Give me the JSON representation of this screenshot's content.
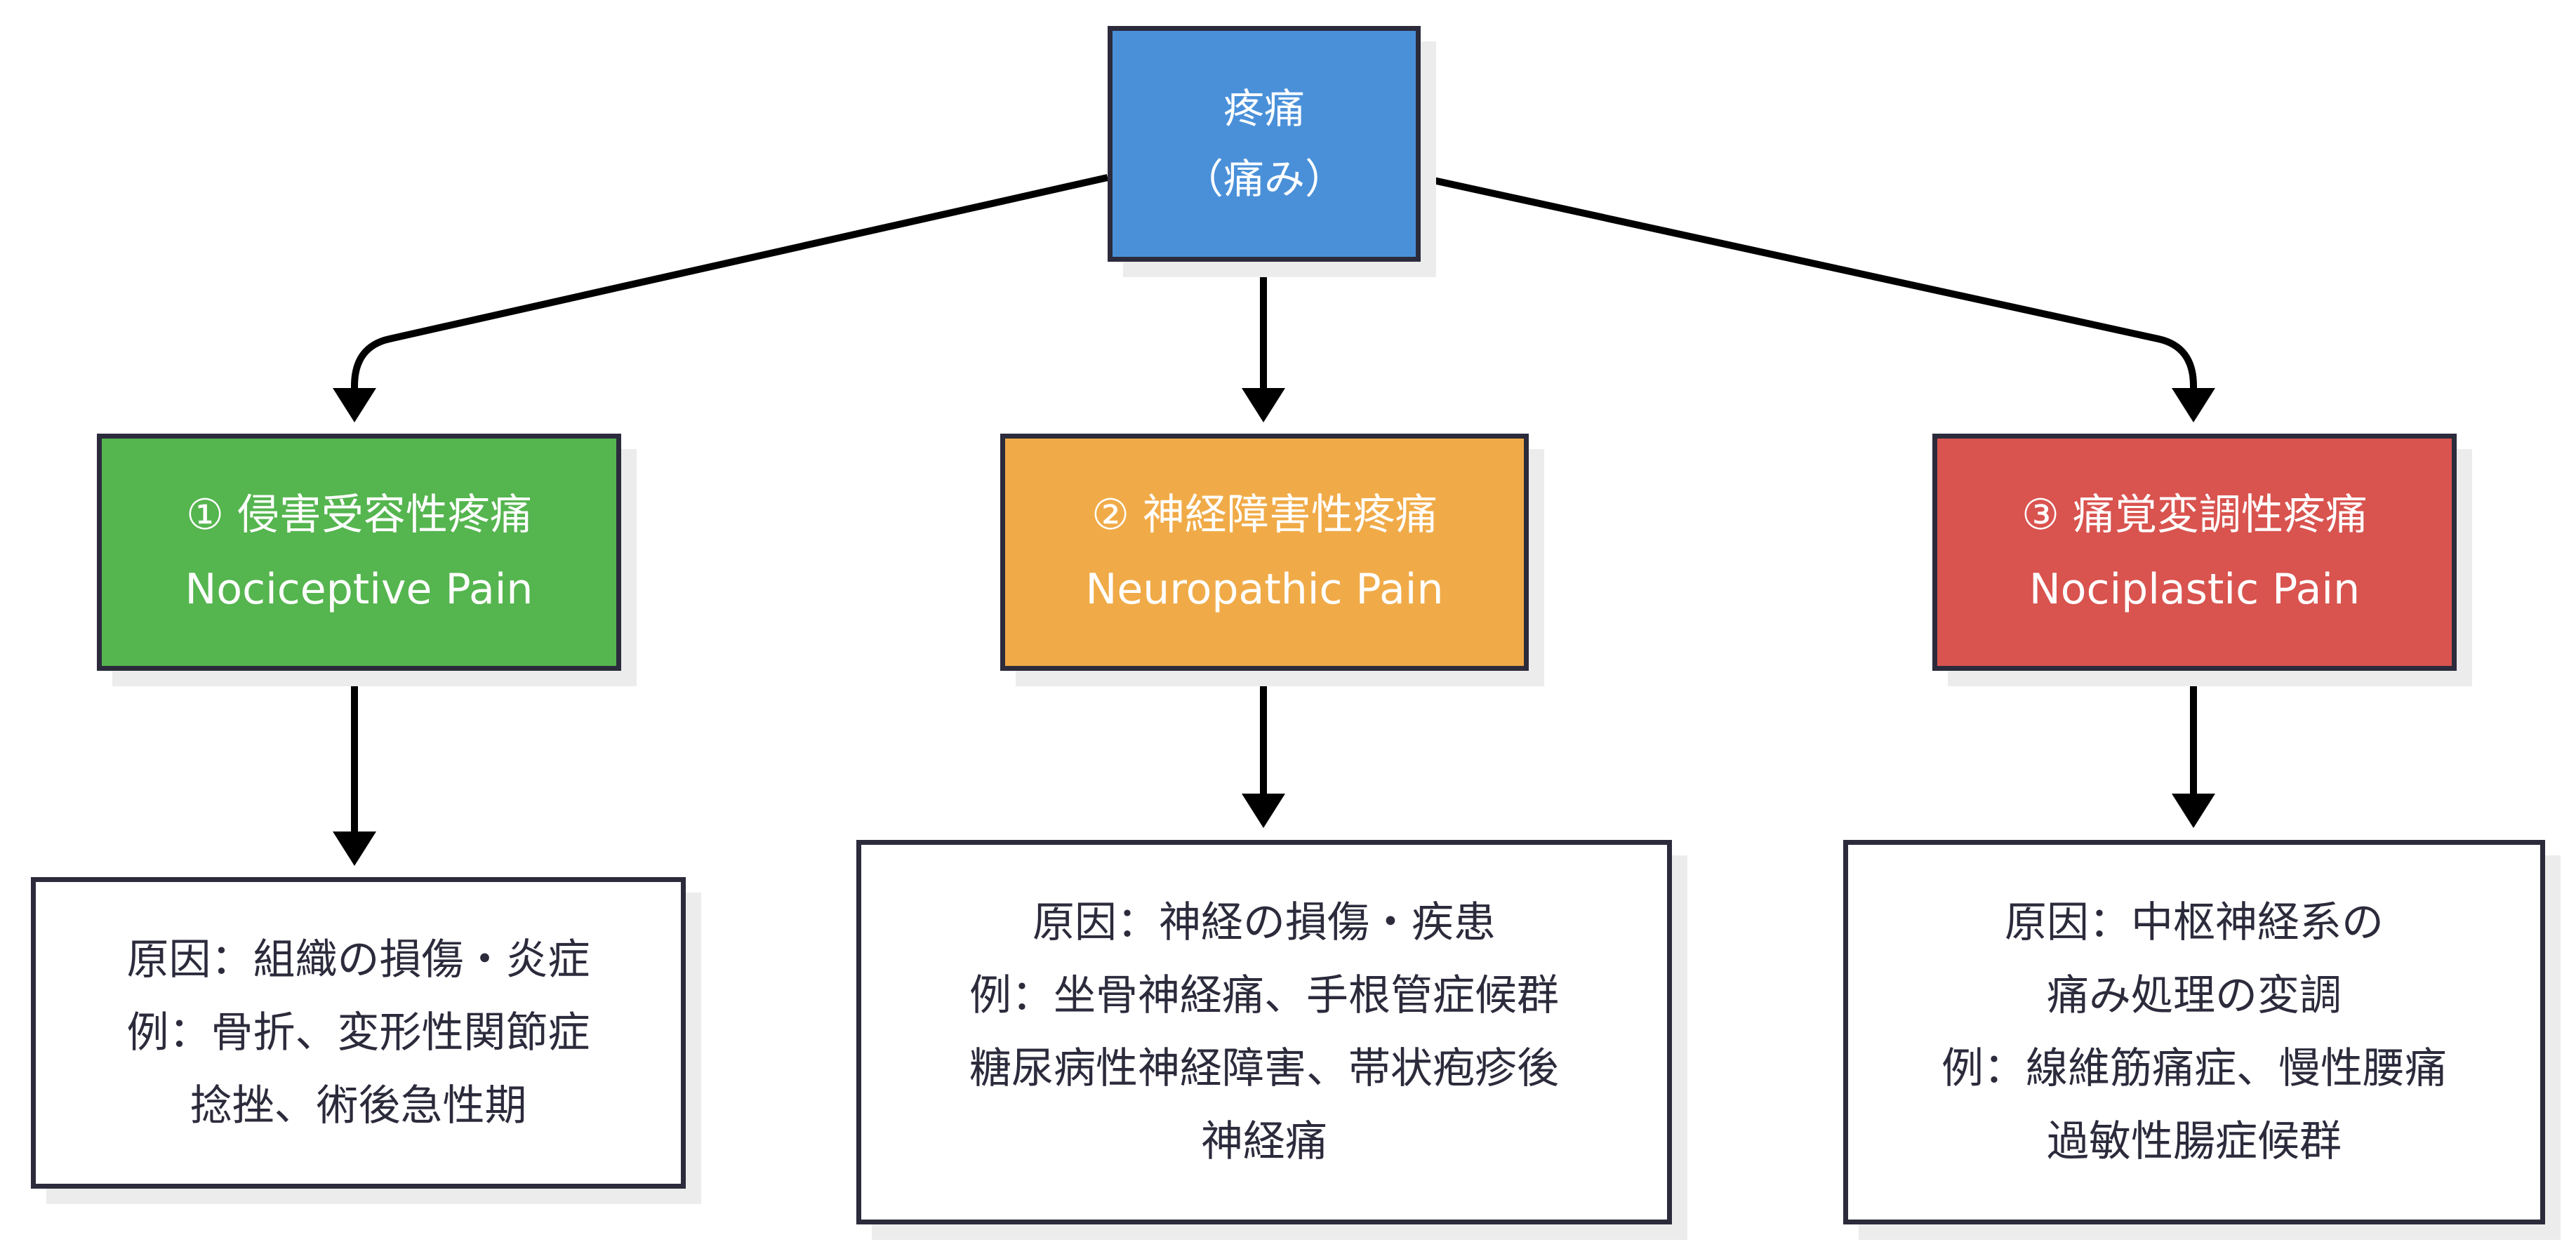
{
  "diagram": {
    "root": {
      "lines": [
        "疼痛",
        "（痛み）"
      ],
      "color": "#4a90d9"
    },
    "types": [
      {
        "id": "nociceptive",
        "lines": [
          "① 侵害受容性疼痛",
          "Nociceptive Pain"
        ],
        "color": "#55b54f",
        "details": [
          "原因：組織の損傷・炎症",
          "例：骨折、変形性関節症",
          "捻挫、術後急性期"
        ]
      },
      {
        "id": "neuropathic",
        "lines": [
          "② 神経障害性疼痛",
          "Neuropathic Pain"
        ],
        "color": "#f0ab48",
        "details": [
          "原因：神経の損傷・疾患",
          "例：坐骨神経痛、手根管症候群",
          "糖尿病性神経障害、帯状疱疹後",
          "神経痛"
        ]
      },
      {
        "id": "nociplastic",
        "lines": [
          "③ 痛覚変調性疼痛",
          "Nociplastic Pain"
        ],
        "color": "#d9534f",
        "details": [
          "原因：中枢神経系の",
          "痛み処理の変調",
          "例：線維筋痛症、慢性腰痛",
          "過敏性腸症候群"
        ]
      }
    ],
    "border_color": "#2b2b3c",
    "edge_color": "#000000"
  }
}
